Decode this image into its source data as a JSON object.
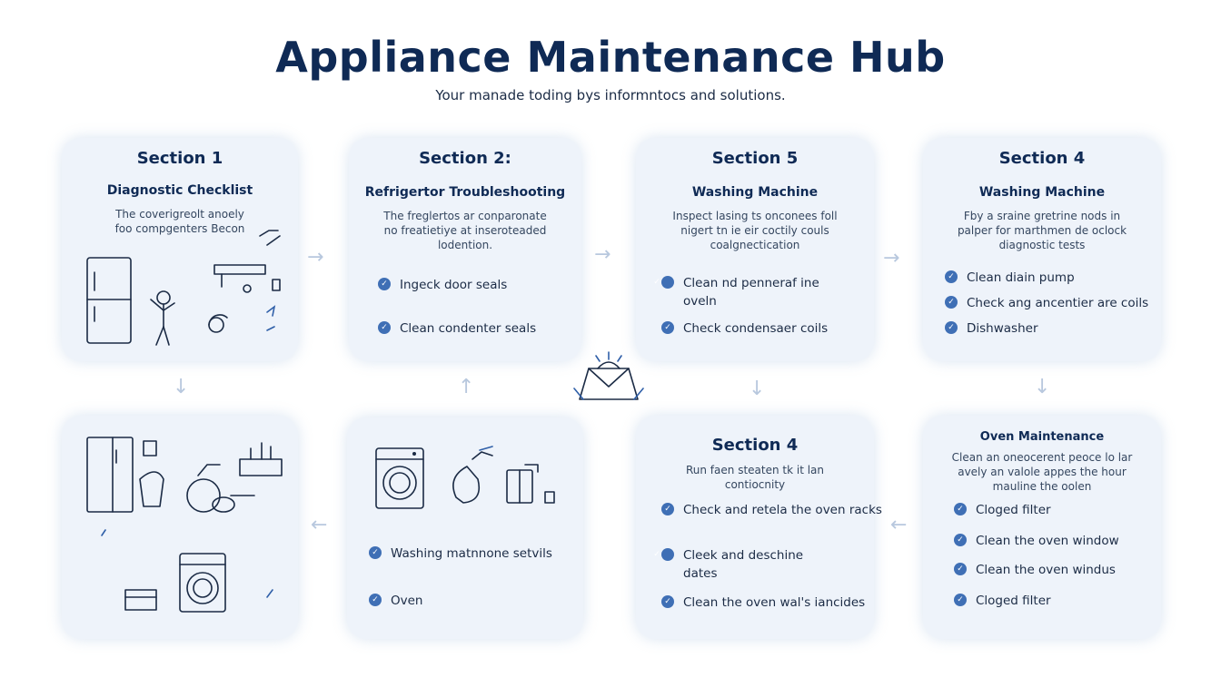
{
  "header": {
    "title": "Appliance Maintenance Hub",
    "subtitle": "Your manade toding bys informntocs and solutions."
  },
  "cards": {
    "s1": {
      "heading": "Section 1",
      "subtitle": "Diagnostic Checklist",
      "desc": "The coverigreolt anoely foo compgenters Becon"
    },
    "s2": {
      "heading": "Section 2:",
      "subtitle": "Refrigertor Troubleshooting",
      "desc": "The freglertos ar conparonate no freatietiye at inseroteaded lodention.",
      "items": [
        "Ingeck door seals",
        "Clean condenter seals"
      ]
    },
    "s5": {
      "heading": "Section 5",
      "subtitle": "Washing Machine",
      "desc": "Inspect lasing ts onconees foll nigert tn ie eir coctily couls coalgnectication",
      "items": [
        "Clean nd penneraf ine oveln",
        "Check condensaer coils"
      ]
    },
    "s4a": {
      "heading": "Section 4",
      "subtitle": "Washing Machine",
      "desc": "Fby a sraine gretrine nods in palper for marthmen de oclock diagnostic tests",
      "items": [
        "Clean diain pump",
        "Check ang ancentier are coils",
        "Dishwasher"
      ]
    },
    "s4b": {
      "heading": "Section 4",
      "desc": "Run faen steaten tk it lan contiocnity",
      "items": [
        "Check and retela the oven racks",
        "Cleek and deschine dates",
        "Clean the oven wal's iancides"
      ]
    },
    "oven": {
      "subtitle": "Oven Maintenance",
      "desc": "Clean an oneocerent peoce lo lar avely an valole appes the hour mauline the oolen",
      "items": [
        "Cloged filter",
        "Clean the oven window",
        "Clean the oven windus",
        "Cloged filter"
      ]
    },
    "mid": {
      "items": [
        "Washing matnnone setvils",
        "Oven"
      ]
    }
  },
  "icons": [
    "refrigerator-icon",
    "person-icon",
    "range-hood-icon",
    "washing-machine-icon",
    "spray-bottle-icon",
    "toolbox-icon",
    "dishwasher-icon",
    "checkmark-icon",
    "arrow-icon"
  ],
  "colors": {
    "accent": "#3f6fb5",
    "title": "#0f2a55",
    "card": "#eef3fa",
    "arrow": "#b8c8de"
  }
}
